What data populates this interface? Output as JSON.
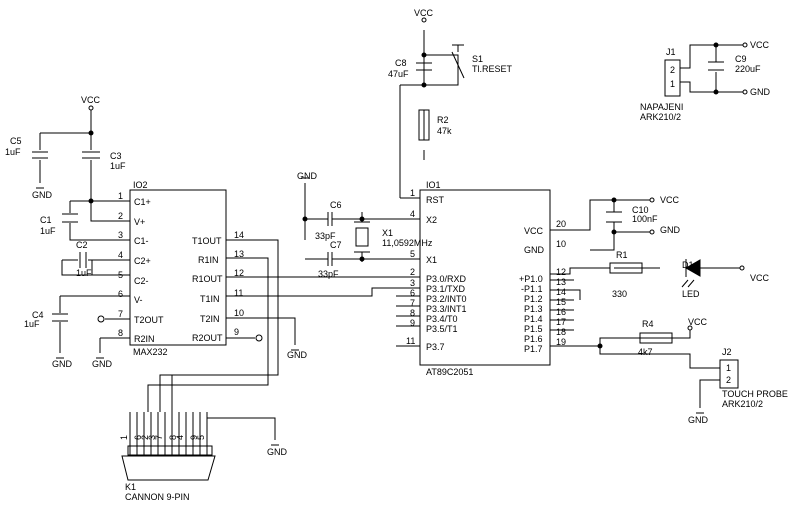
{
  "components": {
    "vcc": "VCC",
    "gnd": "GND",
    "c5": {
      "ref": "C5",
      "value": "1uF"
    },
    "c3": {
      "ref": "C3",
      "value": "1uF"
    },
    "c1": {
      "ref": "C1",
      "value": "1uF"
    },
    "c2": {
      "ref": "C2",
      "value": "1uF"
    },
    "c4": {
      "ref": "C4",
      "value": "1uF"
    },
    "c8": {
      "ref": "C8",
      "value": "47uF"
    },
    "c6": {
      "ref": "C6",
      "value": "33pF"
    },
    "c7": {
      "ref": "C7",
      "value": "33pF"
    },
    "c10": {
      "ref": "C10",
      "value": "100nF"
    },
    "c9": {
      "ref": "C9",
      "value": "220uF"
    },
    "s1": {
      "ref": "S1",
      "value": "Tl.RESET"
    },
    "r2": {
      "ref": "R2",
      "value": "47k"
    },
    "r1": {
      "ref": "R1",
      "value": "330"
    },
    "r4": {
      "ref": "R4",
      "value": "4k7"
    },
    "x1": {
      "ref": "X1",
      "value": "11,0592MHz"
    },
    "d1": {
      "ref": "D1",
      "value": "LED"
    },
    "io2": {
      "ref": "IO2",
      "part": "MAX232",
      "left_pins": [
        {
          "num": "1",
          "name": "C1+"
        },
        {
          "num": "2",
          "name": "V+"
        },
        {
          "num": "3",
          "name": "C1-"
        },
        {
          "num": "4",
          "name": "C2+"
        },
        {
          "num": "5",
          "name": "C2-"
        },
        {
          "num": "6",
          "name": "V-"
        },
        {
          "num": "7",
          "name": "T2OUT"
        },
        {
          "num": "8",
          "name": "R2IN"
        }
      ],
      "right_pins": [
        {
          "num": "14",
          "name": "T1OUT"
        },
        {
          "num": "13",
          "name": "R1IN"
        },
        {
          "num": "12",
          "name": "R1OUT"
        },
        {
          "num": "11",
          "name": "T1IN"
        },
        {
          "num": "10",
          "name": "T2IN"
        },
        {
          "num": "9",
          "name": "R2OUT"
        }
      ]
    },
    "io1": {
      "ref": "IO1",
      "part": "AT89C2051",
      "left_pins": [
        {
          "num": "1",
          "name": "RST"
        },
        {
          "num": "4",
          "name": "X2"
        },
        {
          "num": "5",
          "name": "X1"
        },
        {
          "num": "2",
          "name": "P3.0/RXD"
        },
        {
          "num": "3",
          "name": "P3.1/TXD"
        },
        {
          "num": "6",
          "name": "P3.2/INT0"
        },
        {
          "num": "7",
          "name": "P3.3/INT1"
        },
        {
          "num": "8",
          "name": "P3.4/T0"
        },
        {
          "num": "9",
          "name": "P3.5/T1"
        },
        {
          "num": "11",
          "name": "P3.7"
        }
      ],
      "right_pins": [
        {
          "num": "20",
          "name": "VCC"
        },
        {
          "num": "10",
          "name": "GND"
        },
        {
          "num": "12",
          "name": "+P1.0"
        },
        {
          "num": "13",
          "name": "-P1.1"
        },
        {
          "num": "14",
          "name": "P1.2"
        },
        {
          "num": "15",
          "name": "P1.3"
        },
        {
          "num": "16",
          "name": "P1.4"
        },
        {
          "num": "17",
          "name": "P1.5"
        },
        {
          "num": "18",
          "name": "P1.6"
        },
        {
          "num": "19",
          "name": "P1.7"
        }
      ]
    },
    "j1": {
      "ref": "J1",
      "value": "NAPAJENI",
      "part": "ARK210/2",
      "pins": [
        "2",
        "1"
      ]
    },
    "j2": {
      "ref": "J2",
      "value": "TOUCH PROBE",
      "part": "ARK210/2",
      "pins": [
        "1",
        "2"
      ]
    },
    "k1": {
      "ref": "K1",
      "value": "CANNON 9-PIN",
      "pins": [
        "1",
        "6",
        "2",
        "7",
        "3",
        "8",
        "4",
        "9",
        "5"
      ]
    }
  }
}
